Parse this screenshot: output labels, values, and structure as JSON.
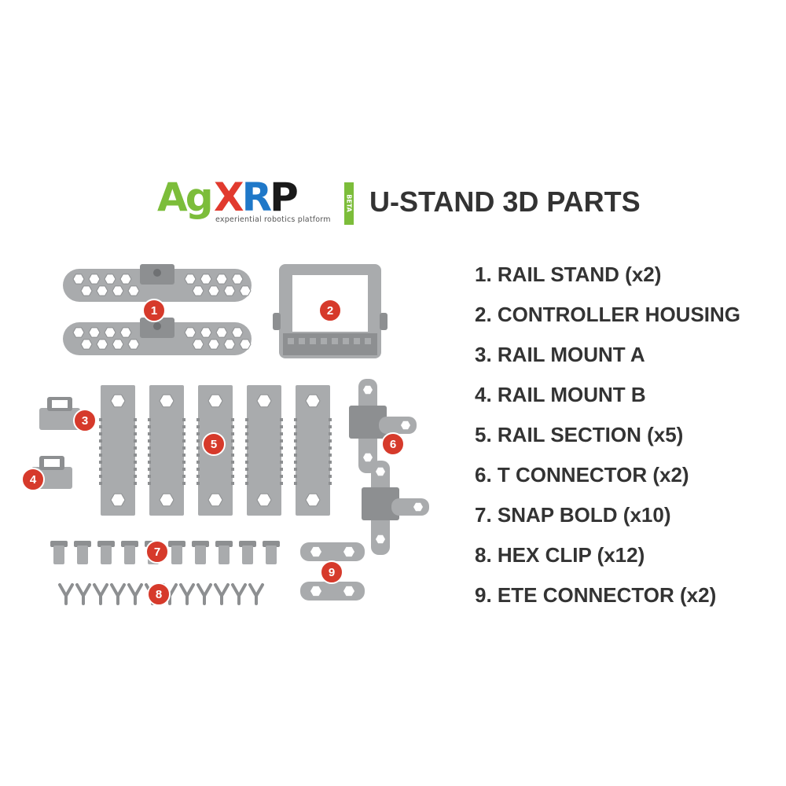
{
  "logo": {
    "ag": "Ag",
    "x": "X",
    "r": "R",
    "p": "P",
    "subtitle": "experiential robotics platform",
    "beta": "BETA",
    "colors": {
      "green": "#7cbd3a",
      "red": "#e13a2e",
      "blue": "#1f78c8"
    }
  },
  "title": "U-STAND 3D PARTS",
  "parts": [
    "1. RAIL STAND (x2)",
    "2. CONTROLLER HOUSING",
    "3. RAIL MOUNT A",
    "4. RAIL MOUNT B",
    "5. RAIL SECTION (x5)",
    "6. T CONNECTOR (x2)",
    "7. SNAP BOLD (x10)",
    "8. HEX CLIP (x12)",
    "9. ETE CONNECTOR (x2)"
  ],
  "badges": [
    "1",
    "2",
    "3",
    "4",
    "5",
    "6",
    "7",
    "8",
    "9"
  ],
  "colors": {
    "part_gray": "#a9abad",
    "part_dark": "#8d8f91",
    "badge_red": "#d63a2b",
    "text": "#333333"
  }
}
